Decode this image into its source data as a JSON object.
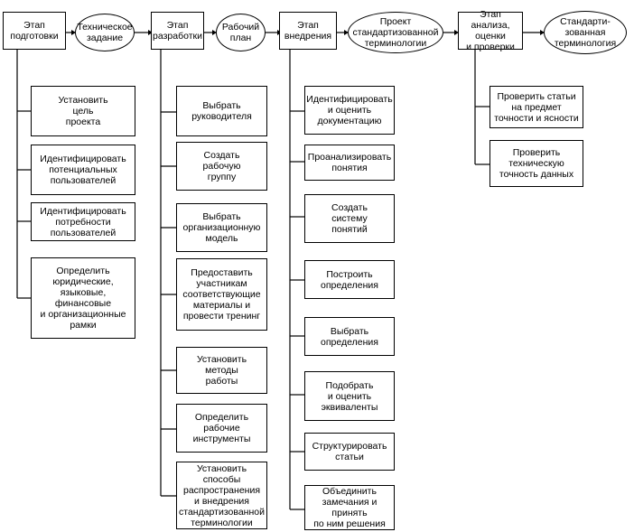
{
  "top_row": {
    "stage_preparation": "Этап\nподготовки",
    "terms_of_reference": "Техническое\nзадание",
    "stage_development": "Этап\nразработки",
    "work_plan": "Рабочий\nплан",
    "stage_implementation": "Этап\nвнедрения",
    "draft_terminology": "Проект\nстандартизованной\nтерминологии",
    "stage_analysis": "Этап анализа,\nоценки\nи проверки",
    "standardized_terminology": "Стандарти-\nзованная\nтерминология"
  },
  "preparation_tasks": [
    "Установить\nцель\nпроекта",
    "Идентифицировать\nпотенциальных\nпользователей",
    "Идентифицировать\nпотребности\nпользователей",
    "Определить\nюридические,\nязыковые,\nфинансовые\nи организационные\nрамки"
  ],
  "development_tasks": [
    "Выбрать\nруководителя",
    "Создать\nрабочую\nгруппу",
    "Выбрать\nорганизационную\nмодель",
    "Предоставить\nучастникам\nсоответствующие\nматериалы и\nпровести тренинг",
    "Установить\nметоды\nработы",
    "Определить\nрабочие\nинструменты",
    "Установить способы\nраспространения\nи внедрения\nстандартизованной\nтерминологии"
  ],
  "implementation_tasks": [
    "Идентифицировать\nи оценить\nдокументацию",
    "Проанализировать\nпонятия",
    "Создать\nсистему\nпонятий",
    "Построить\nопределения",
    "Выбрать\nопределения",
    "Подобрать\nи оценить\nэквиваленты",
    "Структурировать\nстатьи",
    "Объединить\nзамечания и принять\nпо ним решения"
  ],
  "analysis_tasks": [
    "Проверить статьи\nна предмет\nточности и ясности",
    "Проверить\nтехническую\nточность данных"
  ]
}
